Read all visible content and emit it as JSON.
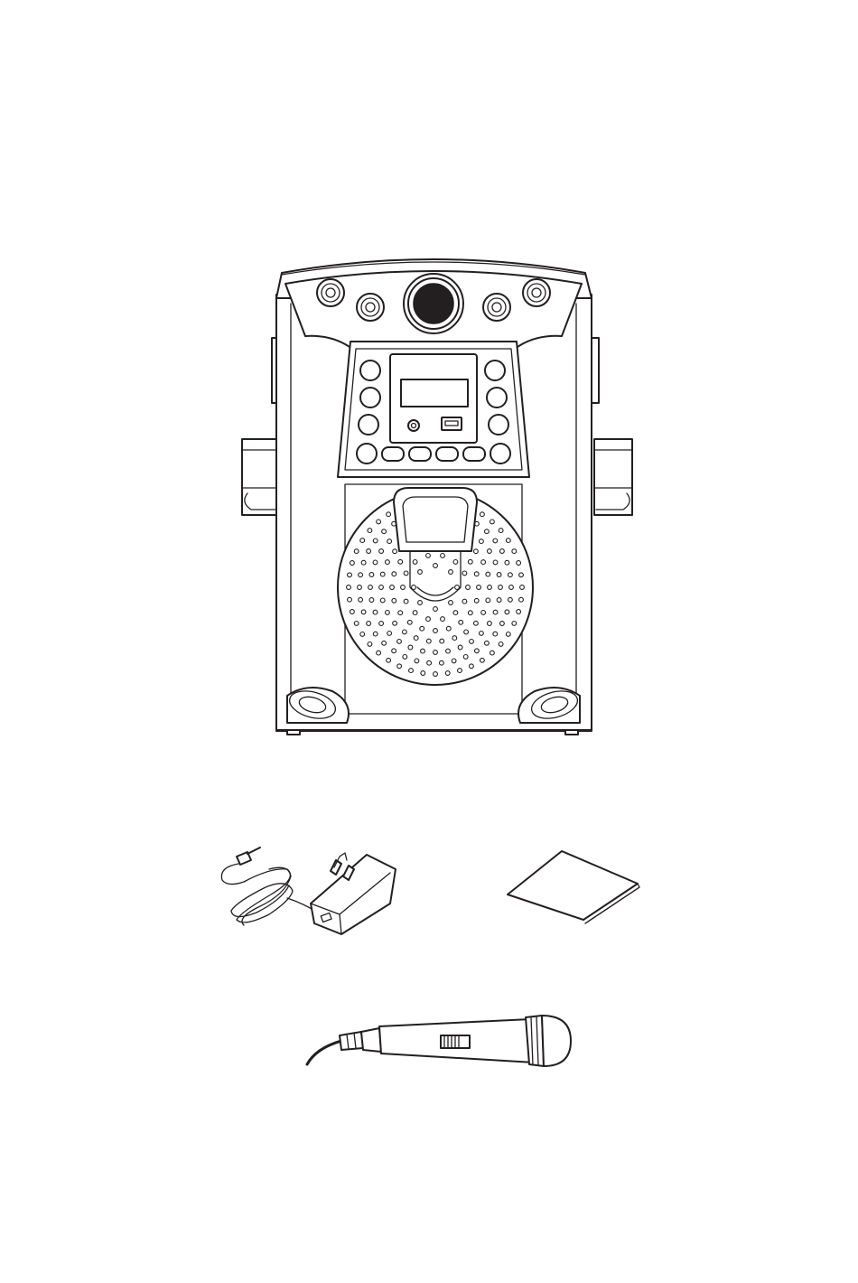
{
  "figure": {
    "components": [
      {
        "name": "karaoke-machine",
        "icon": "karaoke-machine-icon"
      },
      {
        "name": "ac-adapter",
        "icon": "ac-adapter-icon"
      },
      {
        "name": "instruction-manual",
        "icon": "manual-icon"
      },
      {
        "name": "microphone",
        "icon": "microphone-icon"
      }
    ],
    "colors": {
      "line": "#231f20",
      "background": "#ffffff"
    }
  }
}
